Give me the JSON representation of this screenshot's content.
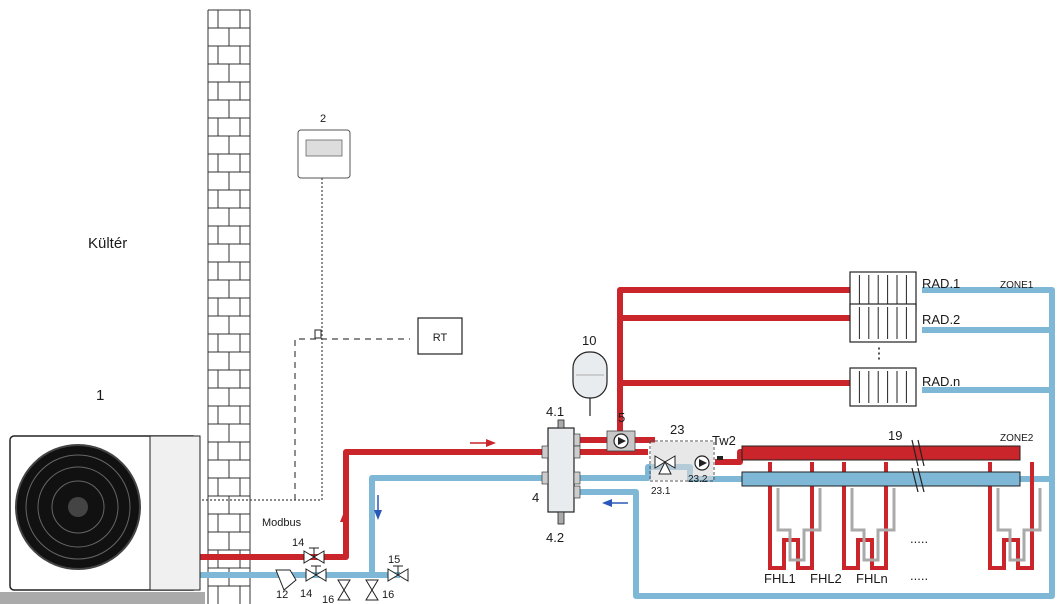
{
  "labels": {
    "outdoor": "Kültér",
    "unit": "1",
    "controller": "2",
    "rt": "RT",
    "modbus": "Modbus",
    "separator_top": "4.1",
    "separator": "4",
    "separator_bottom": "4.2",
    "pump": "5",
    "expansion_tank": "10",
    "mixing_station": "23",
    "mixing_valve": "23.1",
    "mixing_pump": "23.2",
    "sensor": "Tw2",
    "manifold": "19",
    "rad1": "RAD.1",
    "rad2": "RAD.2",
    "radn": "RAD.n",
    "zone1": "ZONE1",
    "zone2": "ZONE2",
    "fhl1": "FHL1",
    "fhl2": "FHL2",
    "fhln": "FHLn",
    "fhl_dots": ".....",
    "v14a": "14",
    "v14b": "14",
    "v15": "15",
    "v16a": "16",
    "v16b": "16",
    "v12": "12"
  },
  "colors": {
    "hot": "#c9252b",
    "cold": "#7fb8d6",
    "line": "#222222"
  }
}
